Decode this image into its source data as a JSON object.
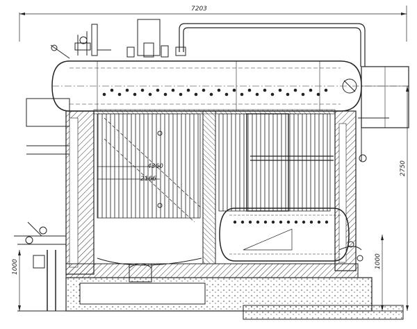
{
  "drawing": {
    "dimensions": {
      "overall_width": "7203",
      "drum_height": "2750",
      "left_base_height": "1000",
      "right_base_height": "1000",
      "inner_dim_a": "4360",
      "inner_dim_b": "2166"
    },
    "colors": {
      "ink": "#222222",
      "paper": "#ffffff"
    }
  }
}
